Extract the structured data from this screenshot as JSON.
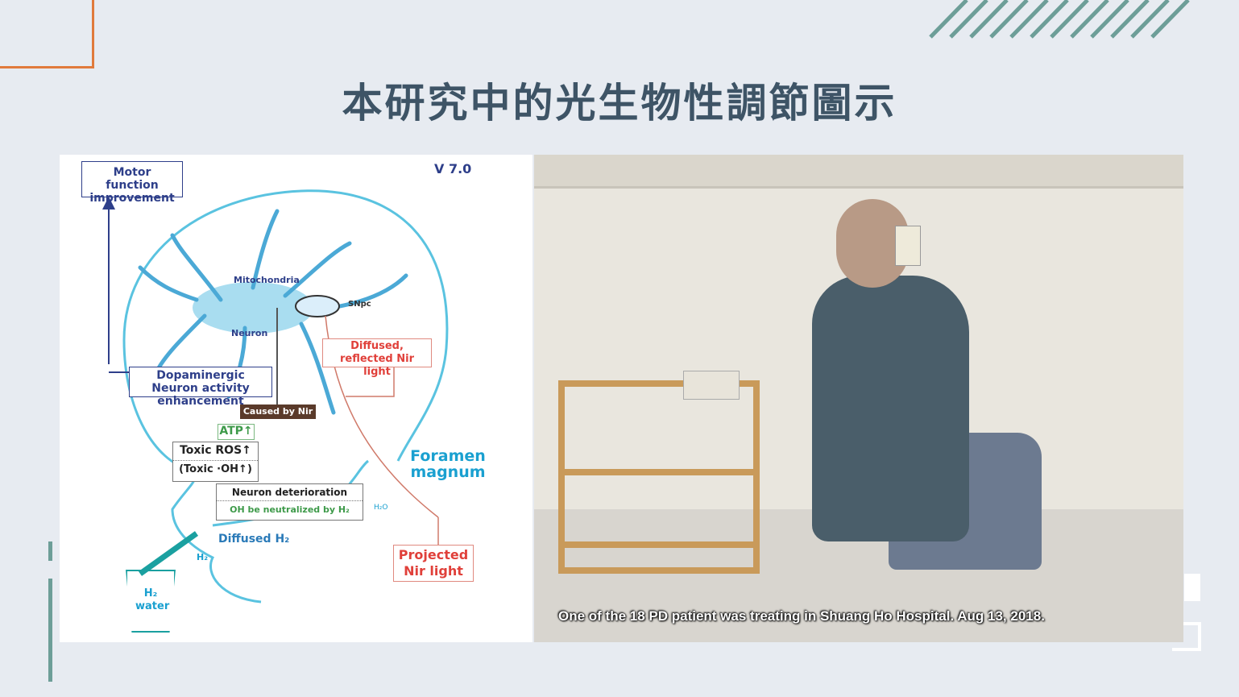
{
  "slide": {
    "title": "本研究中的光生物性調節圖示"
  },
  "diagram": {
    "version": "V 7.0",
    "motor_function": "Motor function improvement",
    "mitochondria": "Mitochondria",
    "snpc": "SNpc",
    "neuron": "Neuron",
    "diffused_light": "Diffused, reflected Nir light",
    "dopaminergic": "Dopaminergic Neuron activity enhancement",
    "caused_by": "Caused by Nir",
    "atp": "ATP↑",
    "toxic_ros": "Toxic ROS↑",
    "toxic_oh": "(Toxic ·OH↑)",
    "neuron_det": "Neuron deterioration",
    "oh_neutral": "OH be neutralized by H₂",
    "h2o": "H₂O",
    "foramen": "Foramen magnum",
    "diffused_h2": "Diffused H₂",
    "h2": "H₂",
    "projected": "Projected Nir light",
    "h2_water": "H₂ water"
  },
  "photo": {
    "caption": "One of the 18 PD patient was treating in Shuang Ho Hospital. Aug 13, 2018."
  },
  "colors": {
    "accent_orange": "#e07a3c",
    "accent_teal": "#6d9e98",
    "title": "#3e5466"
  }
}
